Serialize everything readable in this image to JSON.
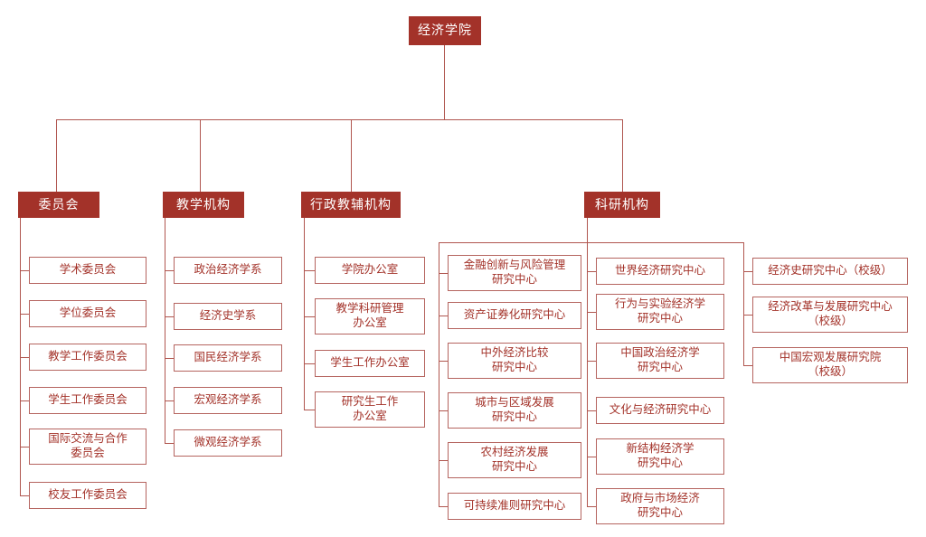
{
  "meta": {
    "title": "经济学院组织机构图",
    "accent_dark": "#a33229",
    "line_color": "#b0564f",
    "leaf_border": "#b5645f",
    "leaf_text": "#a33229",
    "head_text": "#ffffff",
    "background": "#ffffff"
  },
  "root": {
    "label": "经济学院"
  },
  "branches": [
    {
      "key": "committees",
      "label": "委员会",
      "columns": [
        {
          "items": [
            {
              "label": "学术委员会"
            },
            {
              "label": "学位委员会"
            },
            {
              "label": "教学工作委员会"
            },
            {
              "label": "学生工作委员会"
            },
            {
              "label": "国际交流与合作\n委员会"
            },
            {
              "label": "校友工作委员会"
            }
          ]
        }
      ]
    },
    {
      "key": "teaching",
      "label": "教学机构",
      "columns": [
        {
          "items": [
            {
              "label": "政治经济学系"
            },
            {
              "label": "经济史学系"
            },
            {
              "label": "国民经济学系"
            },
            {
              "label": "宏观经济学系"
            },
            {
              "label": "微观经济学系"
            }
          ]
        }
      ]
    },
    {
      "key": "administration",
      "label": "行政教辅机构",
      "columns": [
        {
          "items": [
            {
              "label": "学院办公室"
            },
            {
              "label": "教学科研管理\n办公室"
            },
            {
              "label": "学生工作办公室"
            },
            {
              "label": "研究生工作\n办公室"
            }
          ]
        }
      ]
    },
    {
      "key": "research",
      "label": "科研机构",
      "columns": [
        {
          "items": [
            {
              "label": "金融创新与风险管理\n研究中心"
            },
            {
              "label": "资产证券化研究中心"
            },
            {
              "label": "中外经济比较\n研究中心"
            },
            {
              "label": "城市与区域发展\n研究中心"
            },
            {
              "label": "农村经济发展\n研究中心"
            },
            {
              "label": "可持续准则研究中心"
            }
          ]
        },
        {
          "items": [
            {
              "label": "世界经济研究中心"
            },
            {
              "label": "行为与实验经济学\n研究中心"
            },
            {
              "label": "中国政治经济学\n研究中心"
            },
            {
              "label": "文化与经济研究中心"
            },
            {
              "label": "新结构经济学\n研究中心"
            },
            {
              "label": "政府与市场经济\n研究中心"
            }
          ]
        },
        {
          "items": [
            {
              "label": "经济史研究中心（校级）"
            },
            {
              "label": "经济改革与发展研究中心\n（校级）"
            },
            {
              "label": "中国宏观发展研究院\n（校级）"
            }
          ]
        }
      ]
    }
  ]
}
